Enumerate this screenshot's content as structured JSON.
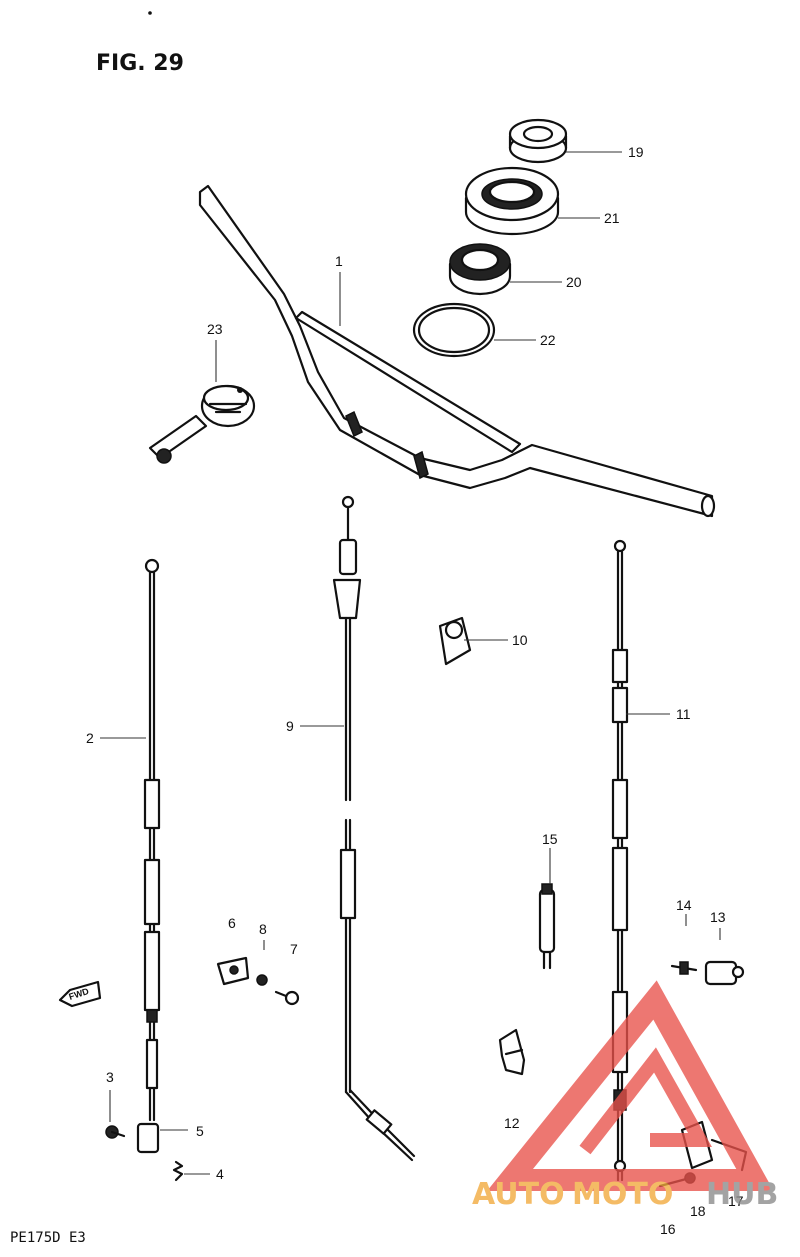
{
  "figure": {
    "title": "FIG. 29",
    "model_code": "PE175D E3"
  },
  "callouts": {
    "c1": "1",
    "c2": "2",
    "c3": "3",
    "c4": "4",
    "c5": "5",
    "c6": "6",
    "c7": "7",
    "c8": "8",
    "c9": "9",
    "c10": "10",
    "c11": "11",
    "c12": "12",
    "c13": "13",
    "c14": "14",
    "c15": "15",
    "c16": "16",
    "c17": "17",
    "c18": "18",
    "c19": "19",
    "c20": "20",
    "c21": "21",
    "c22": "22",
    "c23": "23"
  },
  "direction_marker": "FWD",
  "watermark": {
    "text_auto": "AUTO",
    "text_moto": "MOTO",
    "text_hub": "HUB",
    "color_primary": "#e8514a",
    "color_secondary": "#f2a93b",
    "color_hub": "#8a8a8a"
  }
}
